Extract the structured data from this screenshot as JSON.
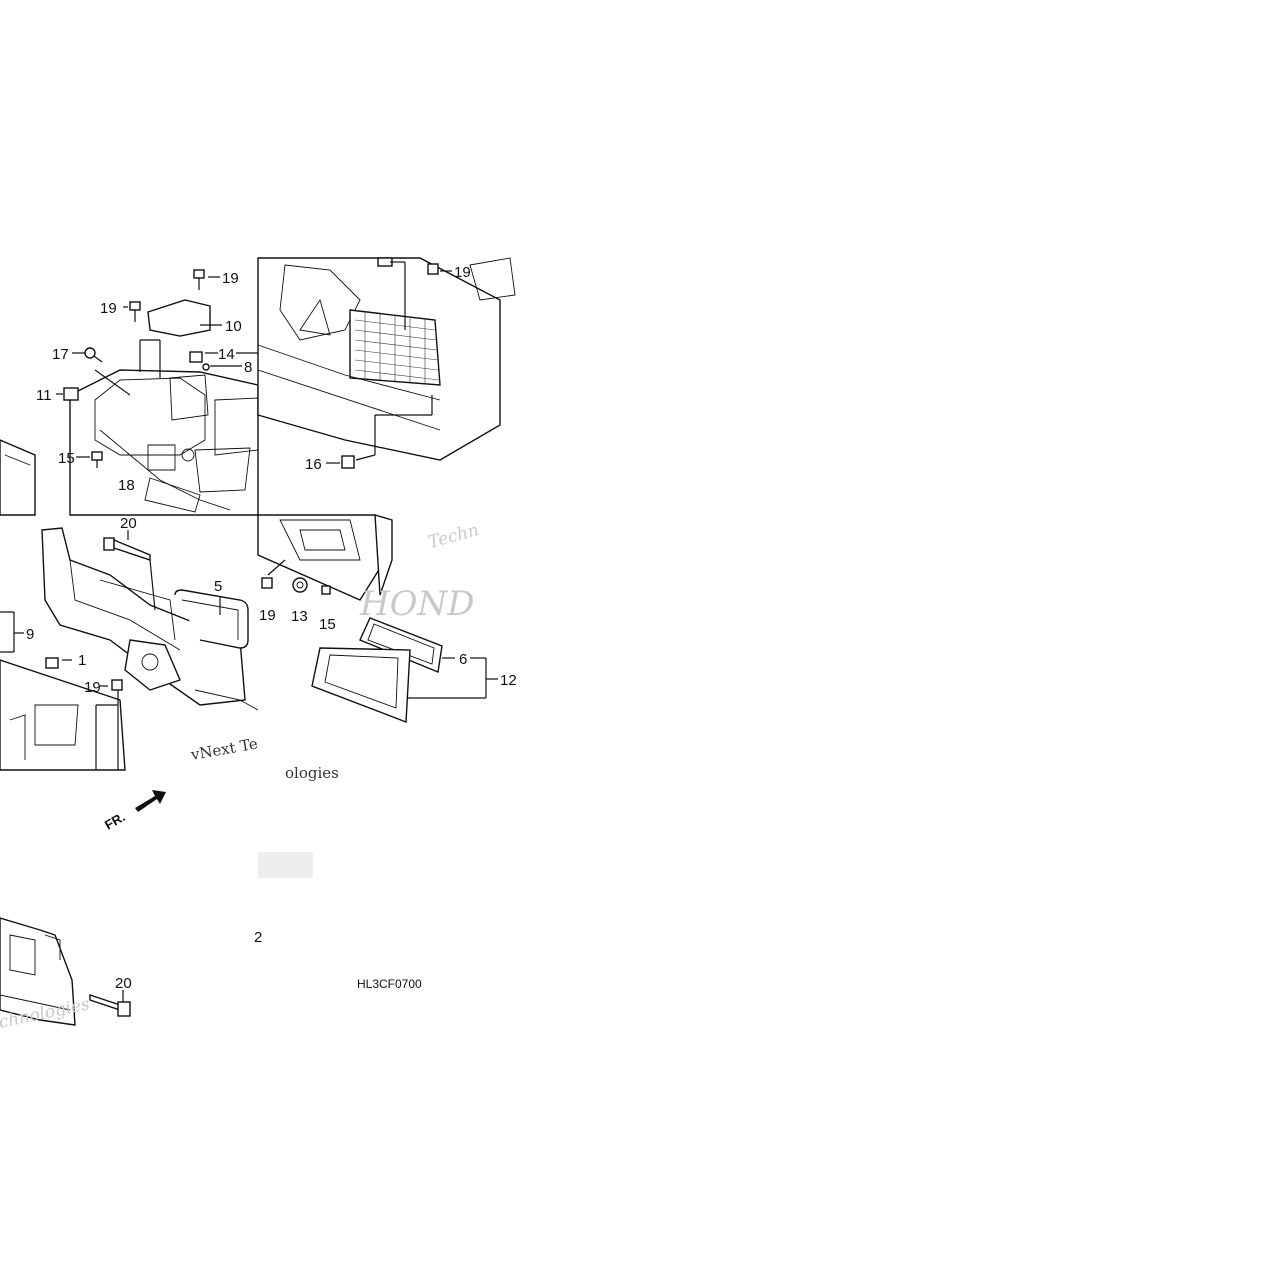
{
  "diagram": {
    "drawing_code": "HL3CF0700",
    "direction_marker": "FR.",
    "watermark": {
      "text_1": "vNext Te",
      "text_2": "ologies",
      "text_3": "Techn",
      "text_4": "HOND",
      "text_5": "chnologies"
    },
    "callouts": {
      "c1": "1",
      "c5": "5",
      "c6": "6",
      "c8": "8",
      "c9": "9",
      "c10": "10",
      "c11": "11",
      "c12": "12",
      "c13": "13",
      "c14": "14",
      "c15a": "15",
      "c15b": "15",
      "c16": "16",
      "c17": "17",
      "c18": "18",
      "c19a": "19",
      "c19b": "19",
      "c19c": "19",
      "c19d": "19",
      "c19e": "19",
      "c20a": "20",
      "c20b": "20",
      "c2": "2"
    }
  }
}
